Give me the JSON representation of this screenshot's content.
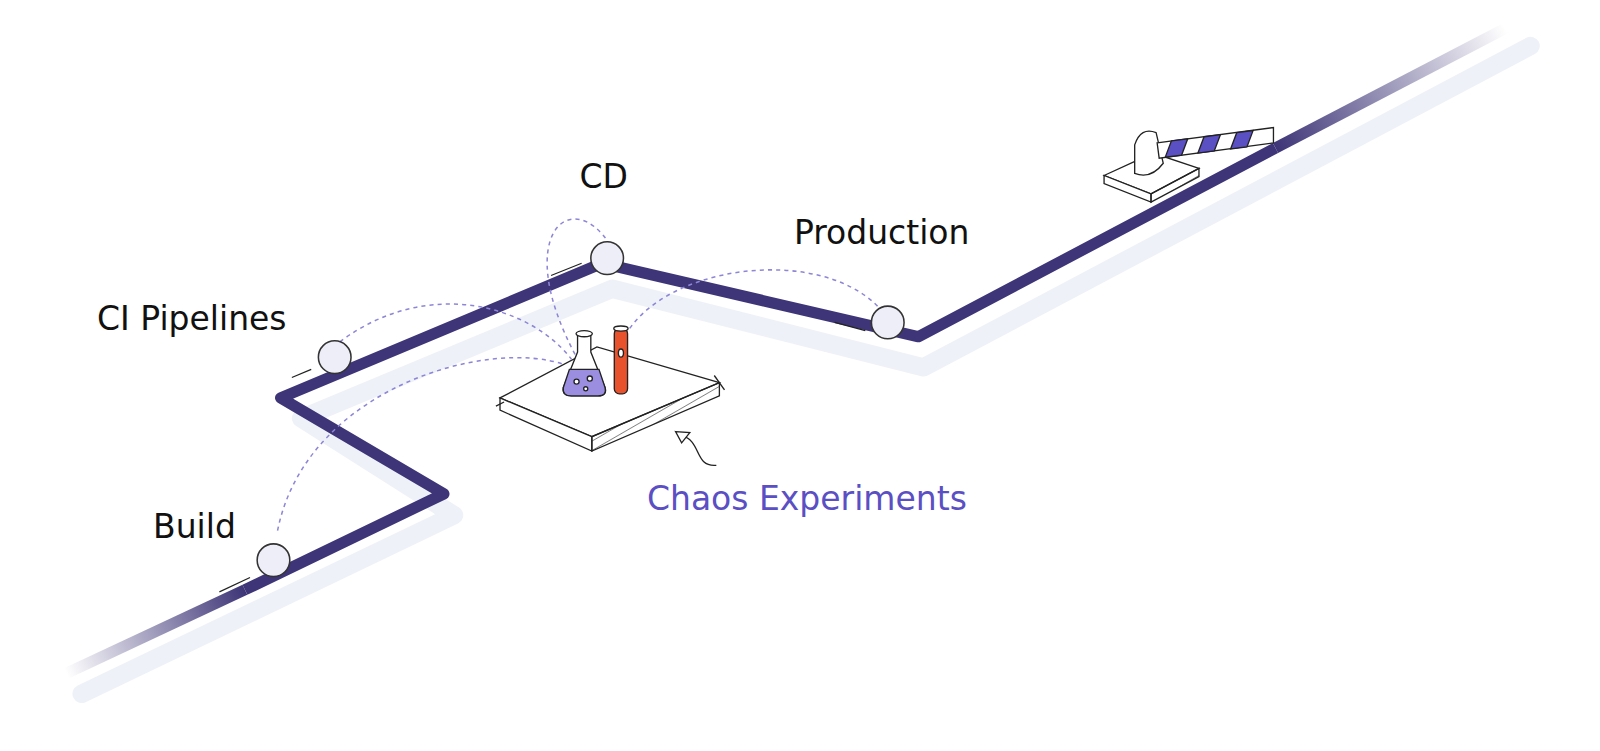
{
  "diagram": {
    "labels": [
      "Build",
      "CI Pipelines",
      "CD",
      "Production",
      "Chaos Experiments"
    ]
  }
}
